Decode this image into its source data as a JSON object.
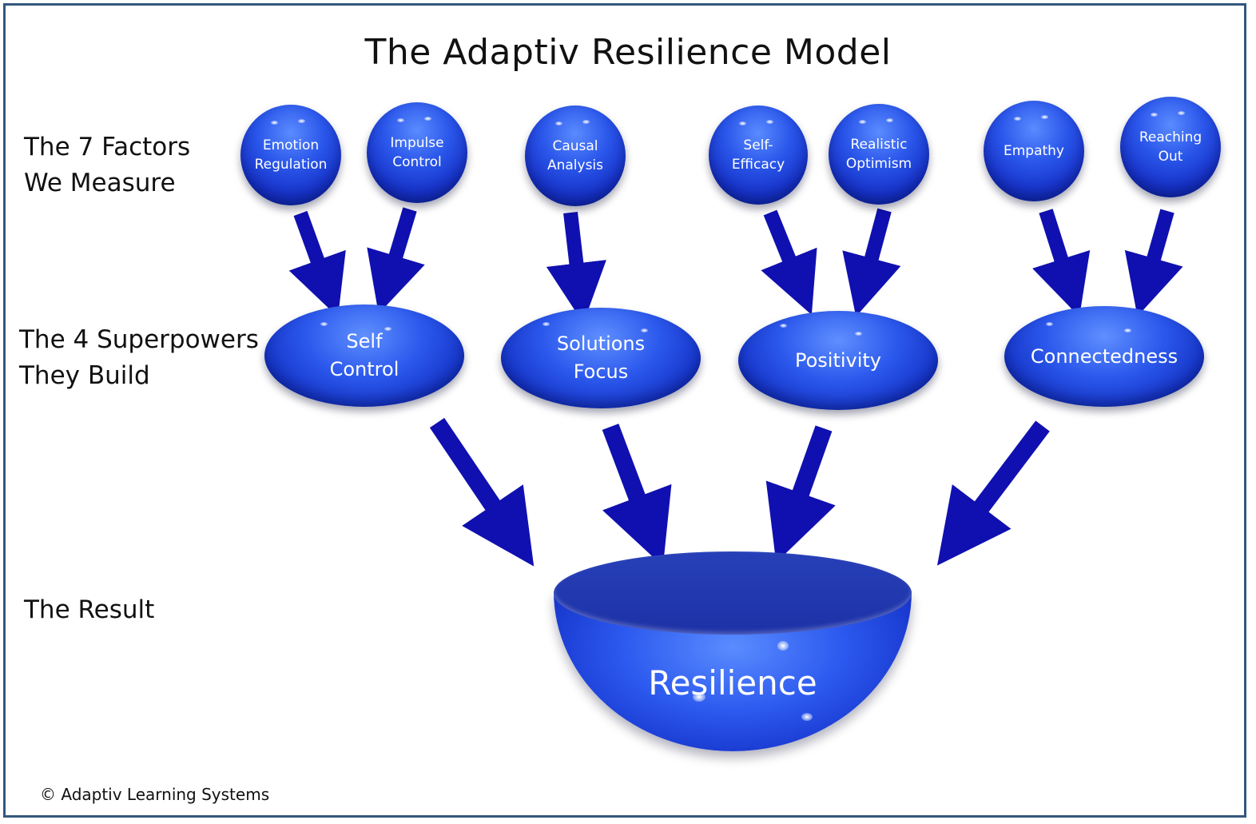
{
  "title": "The Adaptiv Resilience Model",
  "row_labels": {
    "factors": "The 7 Factors\nWe Measure",
    "superpowers": "The 4 Superpowers\nThey Build",
    "result": "The Result"
  },
  "factors": [
    {
      "label": "Emotion\nRegulation"
    },
    {
      "label": "Impulse\nControl"
    },
    {
      "label": "Causal\nAnalysis"
    },
    {
      "label": "Self-\nEfficacy"
    },
    {
      "label": "Realistic\nOptimism"
    },
    {
      "label": "Empathy"
    },
    {
      "label": "Reaching\nOut"
    }
  ],
  "superpowers": [
    {
      "label": "Self\nControl"
    },
    {
      "label": "Solutions\nFocus"
    },
    {
      "label": "Positivity"
    },
    {
      "label": "Connectedness"
    }
  ],
  "result": {
    "label": "Resilience"
  },
  "copyright": "© Adaptiv Learning Systems",
  "colors": {
    "arrow": "#1010b0",
    "node": "#1f44dd",
    "frame": "#33587d"
  }
}
